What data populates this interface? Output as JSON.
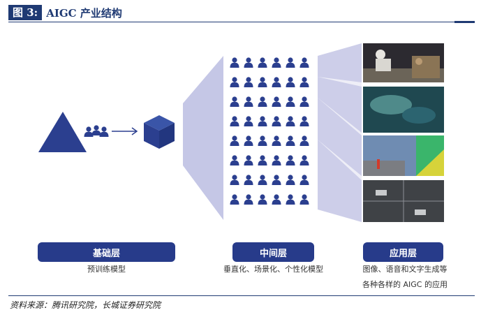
{
  "figure": {
    "tag": "图 3:",
    "title": "AIGC 产业结构"
  },
  "layers": [
    {
      "label": "基础层",
      "desc": [
        "预训练模型"
      ]
    },
    {
      "label": "中间层",
      "desc": [
        "垂直化、场景化、个性化模型"
      ]
    },
    {
      "label": "应用层",
      "desc": [
        "图像、语音和文字生成等",
        "各种各样的 AIGC 的应用"
      ]
    }
  ],
  "source": "资料来源：腾讯研究院，长城证券研究院",
  "colors": {
    "brand": "#1f3a73",
    "button": "#273b8a",
    "icon": "#2b3f8f",
    "funnel": "#c5c7e6"
  },
  "grid": {
    "rows": 8,
    "cols": 6
  }
}
